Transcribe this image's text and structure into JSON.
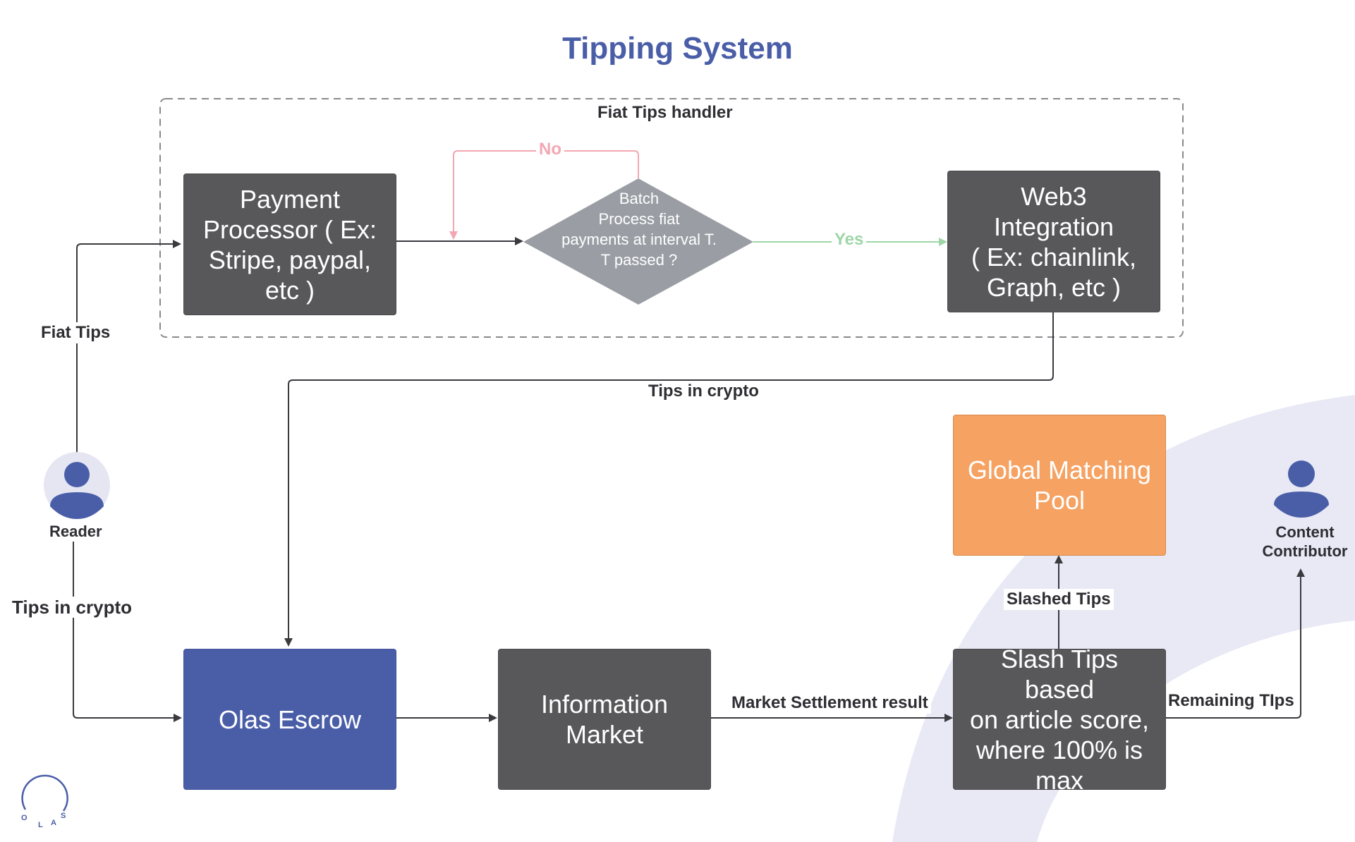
{
  "title": "Tipping System",
  "group": {
    "label": "Fiat Tips handler"
  },
  "nodes": {
    "payment_processor": "Payment\nProcessor ( Ex:\nStripe, paypal,\netc )",
    "batch_decision": "Batch\nProcess fiat\npayments at interval T.\nT passed ?",
    "web3_integration": "Web3 Integration\n( Ex: chainlink,\nGraph, etc )",
    "olas_escrow": "Olas Escrow",
    "information_market": "Information\nMarket",
    "slash_tips": "Slash Tips based\non article score,\nwhere 100% is\nmax",
    "global_matching_pool": "Global Matching\nPool"
  },
  "actors": {
    "reader": "Reader",
    "content_contributor": "Content\nContributor"
  },
  "edges": {
    "fiat_tips": "Fiat Tips",
    "tips_in_crypto_reader": "Tips in crypto",
    "no": "No",
    "yes": "Yes",
    "tips_in_crypto_web3": "Tips in crypto",
    "market_settlement": "Market Settlement result",
    "slashed_tips": "Slashed Tips",
    "remaining_tips": "Remaining TIps"
  },
  "logo": {
    "text": "OLAS"
  },
  "colors": {
    "dark_node": "#58585a",
    "escrow": "#4a5ea8",
    "pool": "#f5a262",
    "decision": "#9a9ea4",
    "no_edge": "#f4a6b4",
    "yes_edge": "#9ed6a8",
    "edge": "#3a3a3f",
    "background_arc": "#e8e9f5"
  }
}
